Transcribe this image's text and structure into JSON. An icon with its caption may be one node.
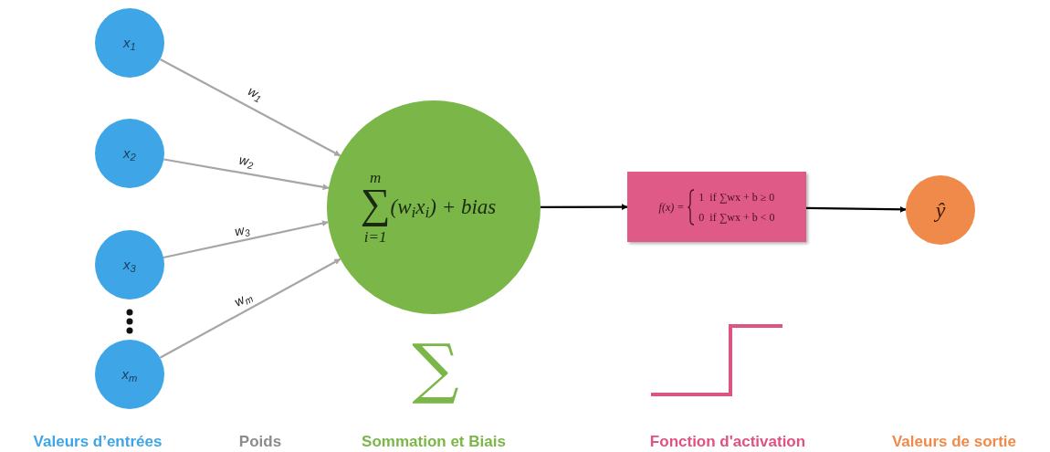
{
  "diagram": {
    "nodes": [
      {
        "text": [
          "x$_{1}$"
        ]
      },
      {
        "text": [
          "x$_{2}$"
        ]
      },
      {
        "text": [
          "x$_{3}$"
        ]
      },
      {
        "text": [
          "x$_{m}$"
        ]
      },
      {
        "text": [
          "m",
          "∑",
          "i=1",
          "(w$_{i}$x$_{i}$) + *bias*"
        ]
      },
      {
        "text": [
          "f(x) =",
          "1  if ∑wx + b ≥ 0",
          "0  if ∑wx + b < 0"
        ]
      },
      {
        "text": [
          "ŷ"
        ]
      }
    ],
    "edges": [
      {
        "from": 0,
        "to": 4,
        "arrow": "to",
        "label": "w$_{1}$"
      },
      {
        "from": 1,
        "to": 4,
        "arrow": "to",
        "label": "w$_{2}$"
      },
      {
        "from": 2,
        "to": 4,
        "arrow": "to",
        "label": "w$_{3}$"
      },
      {
        "from": 3,
        "to": 4,
        "arrow": "to",
        "label": "w$_{m}$"
      },
      {
        "from": 4,
        "to": 5,
        "arrow": "to",
        "color": "#000000"
      },
      {
        "from": 5,
        "to": 6,
        "arrow": "to",
        "color": "#000000"
      }
    ],
    "labels": [
      "∑",
      "Valeurs d’entrées",
      "Poids",
      "Sommation et Biais",
      "Fonction d'activation",
      "Valeurs de sortie"
    ]
  }
}
